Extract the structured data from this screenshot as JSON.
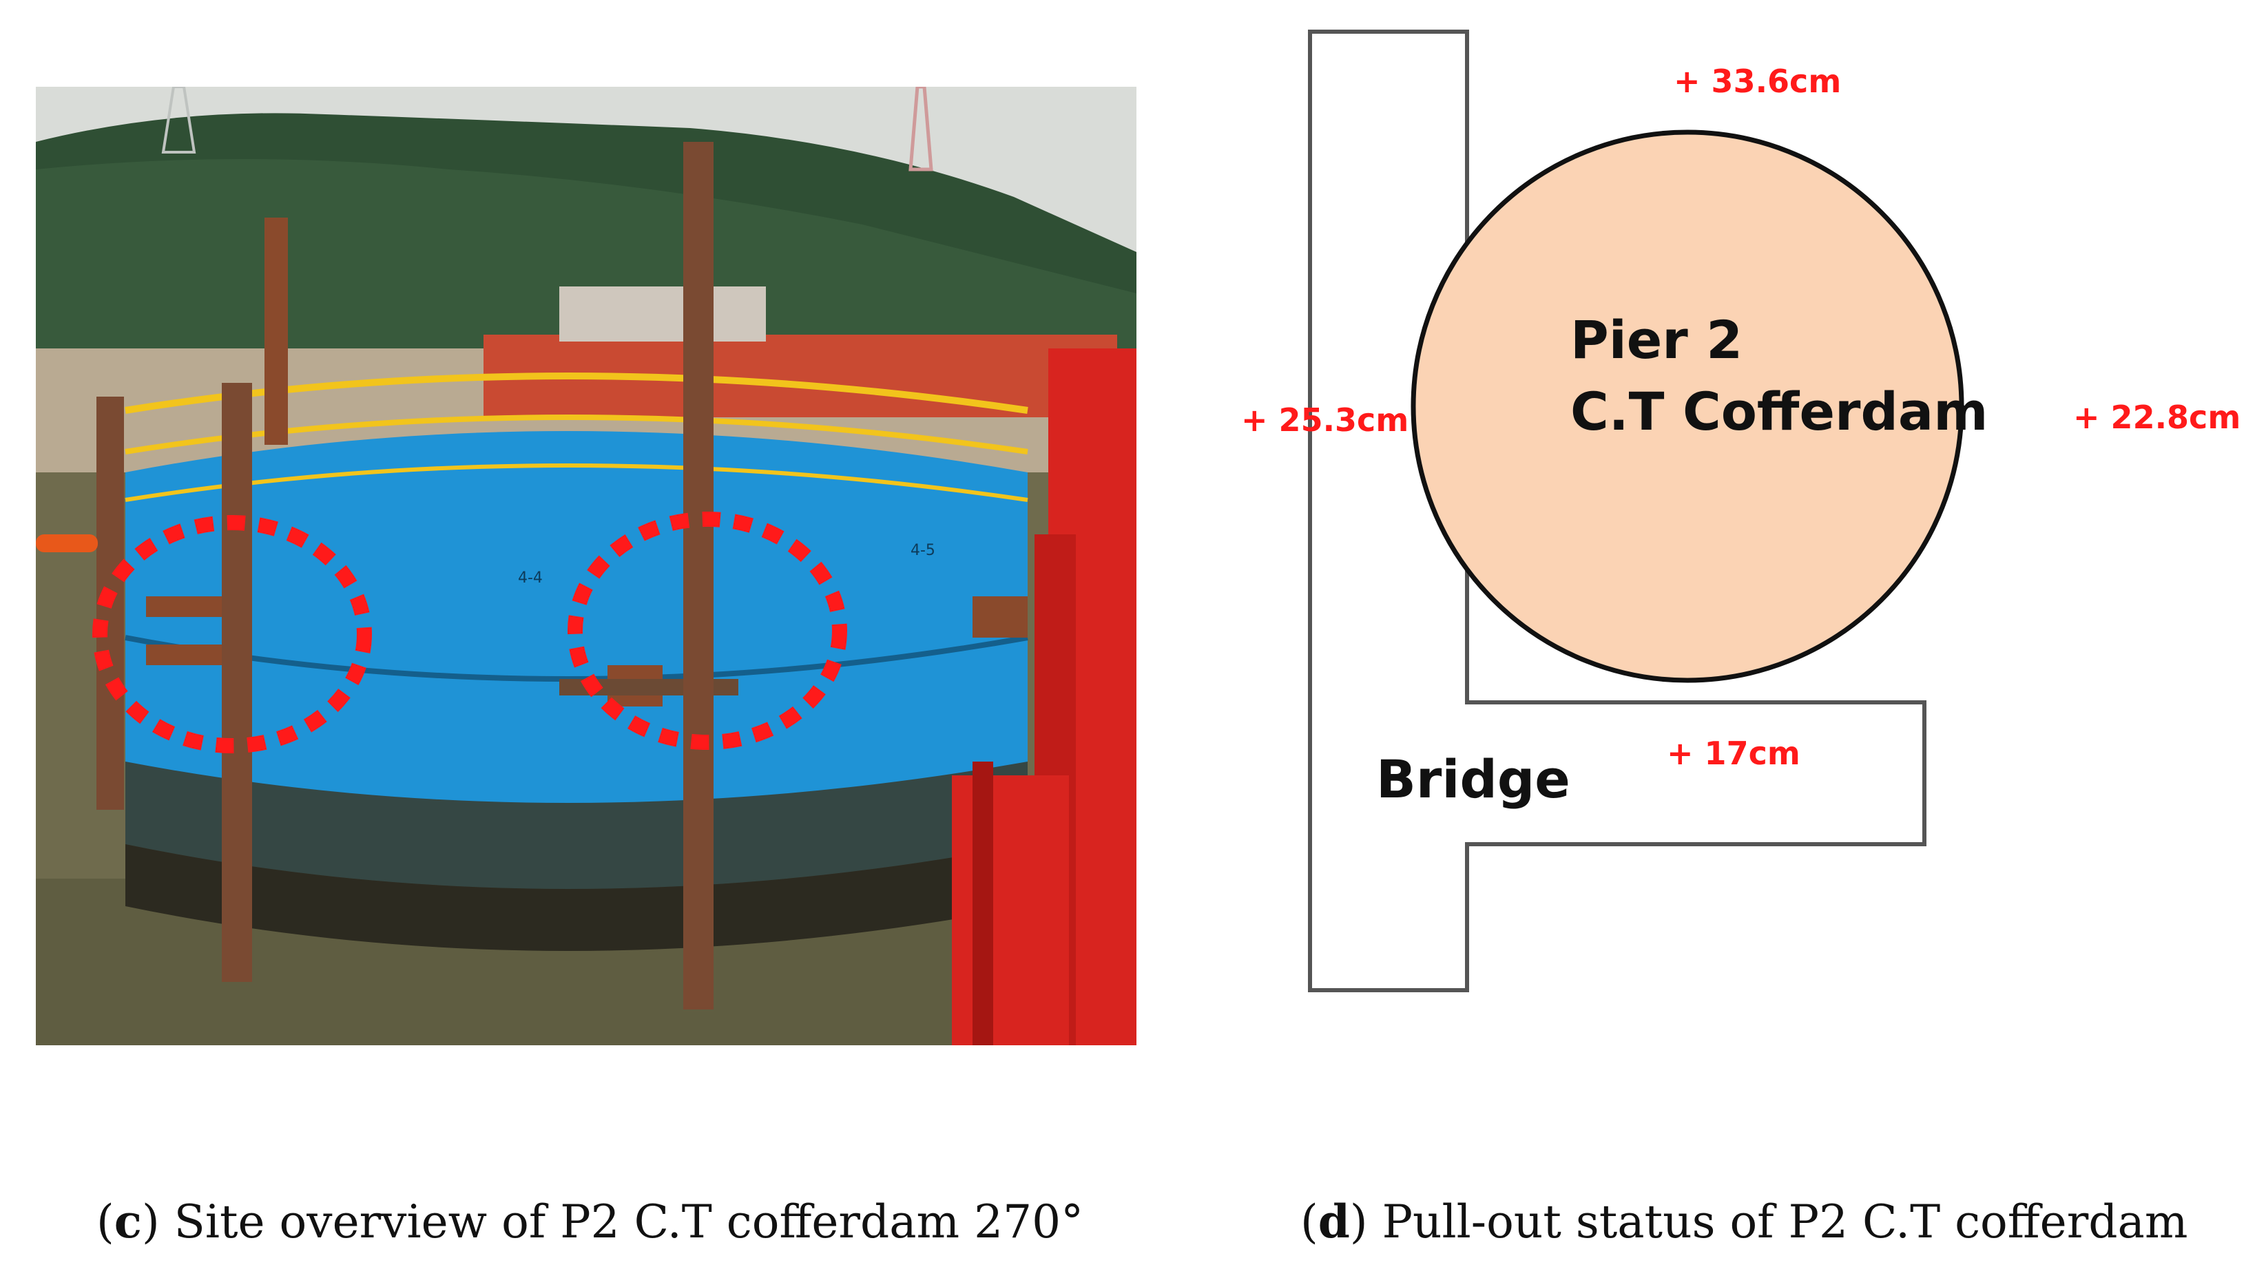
{
  "panel_c": {
    "letter": "c",
    "caption_text": "Site overview of P2 C.T cofferdam 270°",
    "photo_markings": [
      "4-4",
      "4-5"
    ]
  },
  "panel_d": {
    "letter": "d",
    "caption_text": "Pull-out status of P2 C.T cofferdam",
    "pier_label_line1": "Pier 2",
    "pier_label_line2": "C.T Cofferdam",
    "bridge_label": "Bridge",
    "displacement_top": "+ 33.6cm",
    "displacement_left": "+ 25.3cm",
    "displacement_right": "+ 22.8cm",
    "displacement_bridge": "+ 17cm"
  },
  "colors": {
    "cofferdam_fill": "#fbd3b4",
    "annotation_red": "#ff1a1a",
    "steel_blue": "#1f93d6",
    "sheet_pile_red": "#d8241f",
    "railing_yellow": "#f2c41c"
  }
}
